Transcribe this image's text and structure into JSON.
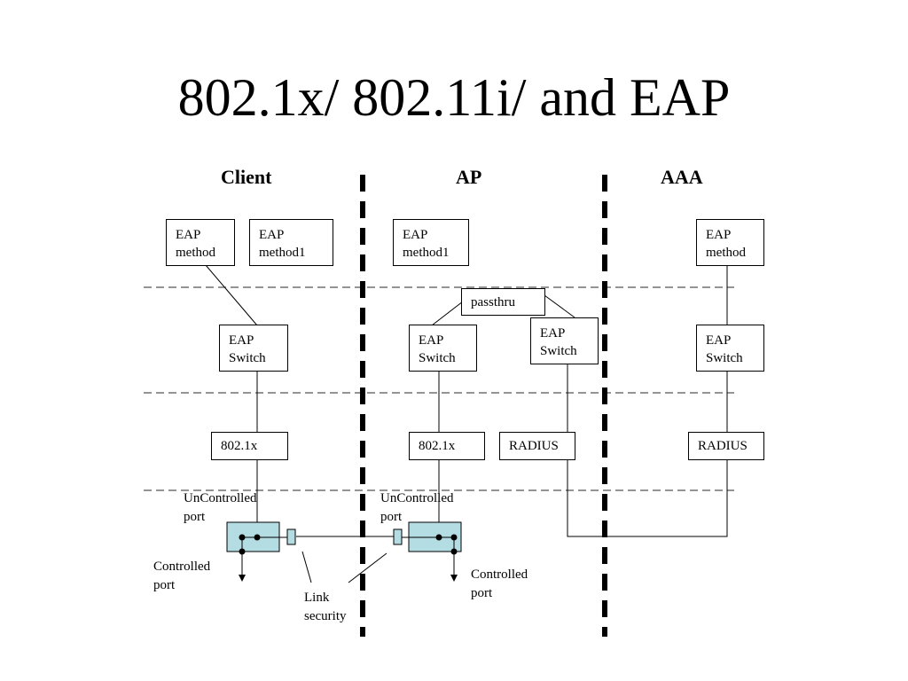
{
  "title": "802.1x/ 802.11i/ and EAP",
  "columns": {
    "client": "Client",
    "ap": "AP",
    "aaa": "AAA"
  },
  "client": {
    "eap_method": "EAP\nmethod",
    "eap_method1": "EAP\nmethod1",
    "eap_switch": "EAP\nSwitch",
    "dot1x": "802.1x",
    "uncontrolled_port": "UnControlled\nport",
    "controlled_port": "Controlled\nport"
  },
  "ap": {
    "eap_method1": "EAP\nmethod1",
    "passthru": "passthru",
    "eap_switch_left": "EAP\nSwitch",
    "eap_switch_right": "EAP\nSwitch",
    "dot1x": "802.1x",
    "radius": "RADIUS",
    "uncontrolled_port": "UnControlled\nport",
    "controlled_port": "Controlled\nport"
  },
  "aaa": {
    "eap_method": "EAP\nmethod",
    "eap_switch": "EAP\nSwitch",
    "radius": "RADIUS"
  },
  "link_security": "Link\nsecurity",
  "colors": {
    "port_fill": "#b3dde2",
    "line": "#000000",
    "dash": "#555555"
  }
}
